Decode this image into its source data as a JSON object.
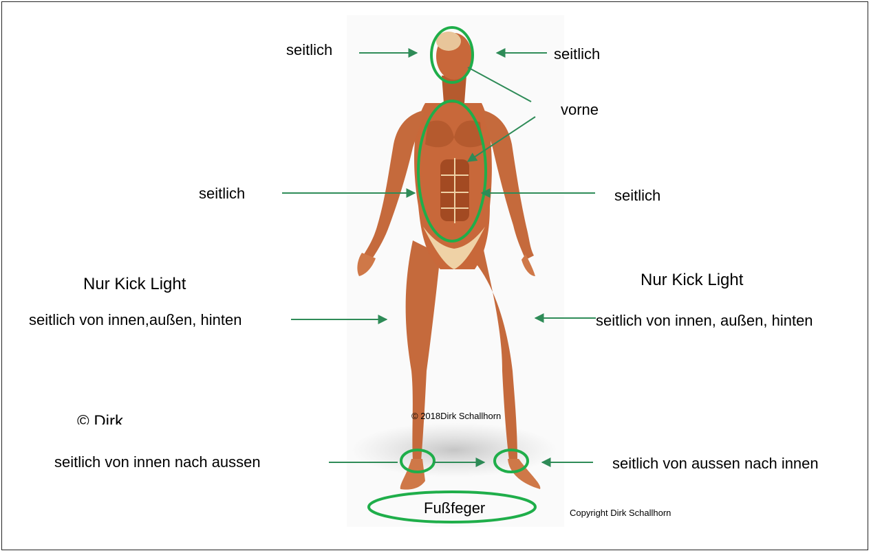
{
  "labels": {
    "head_left": "seitlich",
    "head_right": "seitlich",
    "front": "vorne",
    "torso_left": "seitlich",
    "torso_right": "seitlich",
    "kick_left": "Nur Kick Light",
    "kick_right": "Nur Kick Light",
    "legs_left": "seitlich von innen,außen, hinten",
    "legs_right": "seitlich von innen, außen, hinten",
    "ankle_left": "seitlich von innen nach aussen",
    "ankle_right": "seitlich von aussen nach innen",
    "sweep": "Fußfeger"
  },
  "credits": {
    "cut_text": "© Dirk",
    "center": "© 2018Dirk Schallhorn",
    "bottom": "Copyright Dirk Schallhorn"
  },
  "colors": {
    "ring": "#1fae4a",
    "arrow": "#2e8b57",
    "skin": "#c8683a",
    "muscle_dark": "#a34a22",
    "tendon": "#efd2a6"
  }
}
